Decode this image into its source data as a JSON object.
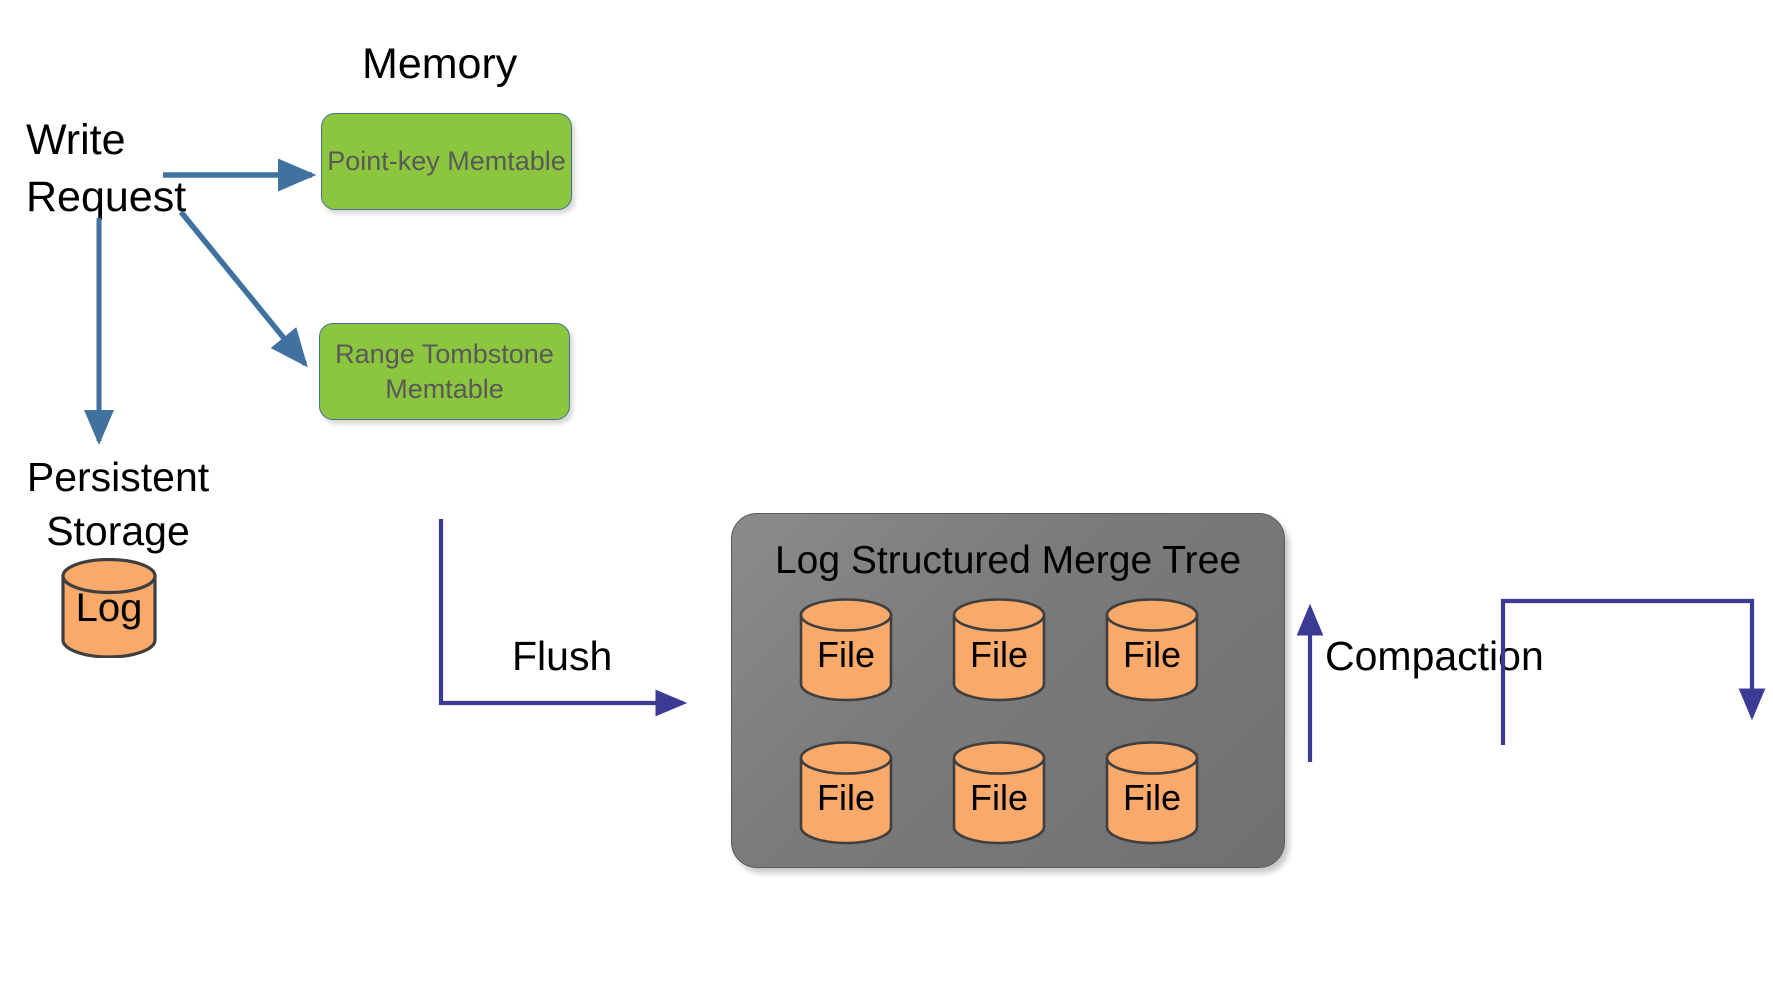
{
  "diagram": {
    "title_memory": "Memory",
    "write_request": "Write\nRequest",
    "persistent_storage": "Persistent Storage",
    "flush_label": "Flush",
    "compaction_label": "Compaction",
    "lsm_title": "Log Structured Merge Tree",
    "memtables": [
      {
        "id": "point-key",
        "label": "Point-key Memtable"
      },
      {
        "id": "range-tombstone",
        "label": "Range Tombstone Memtable"
      }
    ],
    "log_cylinder": {
      "label": "Log"
    },
    "lsm_files": [
      {
        "label": "File"
      },
      {
        "label": "File"
      },
      {
        "label": "File"
      },
      {
        "label": "File"
      },
      {
        "label": "File"
      },
      {
        "label": "File"
      }
    ],
    "colors": {
      "memtable_fill": "#8CC63E",
      "memtable_stroke": "#41729F",
      "memtable_text": "#595959",
      "cylinder_fill": "#F9A96A",
      "cylinder_stroke": "#3F3F3F",
      "lsm_fill": "#7B7B7B",
      "lsm_stroke": "#5A5A5A",
      "arrow_steel_blue": "#41729F",
      "arrow_navy": "#3B3B96",
      "text": "#000000",
      "background": "#FFFFFF"
    },
    "arrows": [
      {
        "name": "write-to-point-key-memtable",
        "kind": "straight-horizontal",
        "color": "#41729F"
      },
      {
        "name": "write-to-range-tombstone-memtable",
        "kind": "straight-diagonal",
        "color": "#41729F"
      },
      {
        "name": "write-to-log",
        "kind": "straight-vertical",
        "color": "#41729F"
      },
      {
        "name": "flush-to-lsm",
        "kind": "elbow",
        "color": "#3B3B96"
      },
      {
        "name": "compaction-loop",
        "kind": "elbow-loop",
        "color": "#3B3B96"
      }
    ]
  }
}
